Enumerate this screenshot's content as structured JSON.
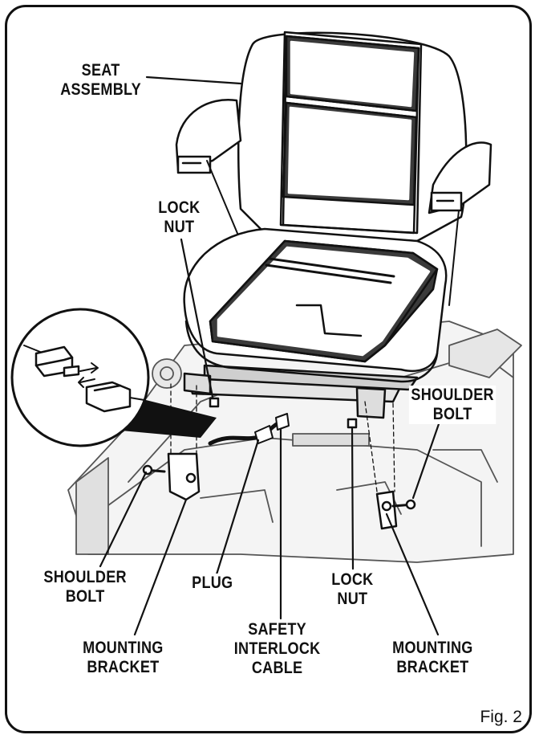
{
  "labels": {
    "seat_assembly": [
      "SEAT",
      "ASSEMBLY"
    ],
    "lock_nut_top": [
      "LOCK",
      "NUT"
    ],
    "shoulder_bolt_right": [
      "SHOULDER",
      "BOLT"
    ],
    "shoulder_bolt_left": [
      "SHOULDER",
      "BOLT"
    ],
    "plug": "PLUG",
    "lock_nut_bottom": [
      "LOCK",
      "NUT"
    ],
    "safety_interlock_cable": [
      "SAFETY",
      "INTERLOCK",
      "CABLE"
    ],
    "mounting_bracket_left": [
      "MOUNTING",
      "BRACKET"
    ],
    "mounting_bracket_right": [
      "MOUNTING",
      "BRACKET"
    ]
  },
  "figure_caption": "Fig. 2",
  "colors": {
    "line": "#111111",
    "fill": "#ffffff",
    "shade": "#d9d9d9",
    "dark": "#3a3a3a"
  }
}
